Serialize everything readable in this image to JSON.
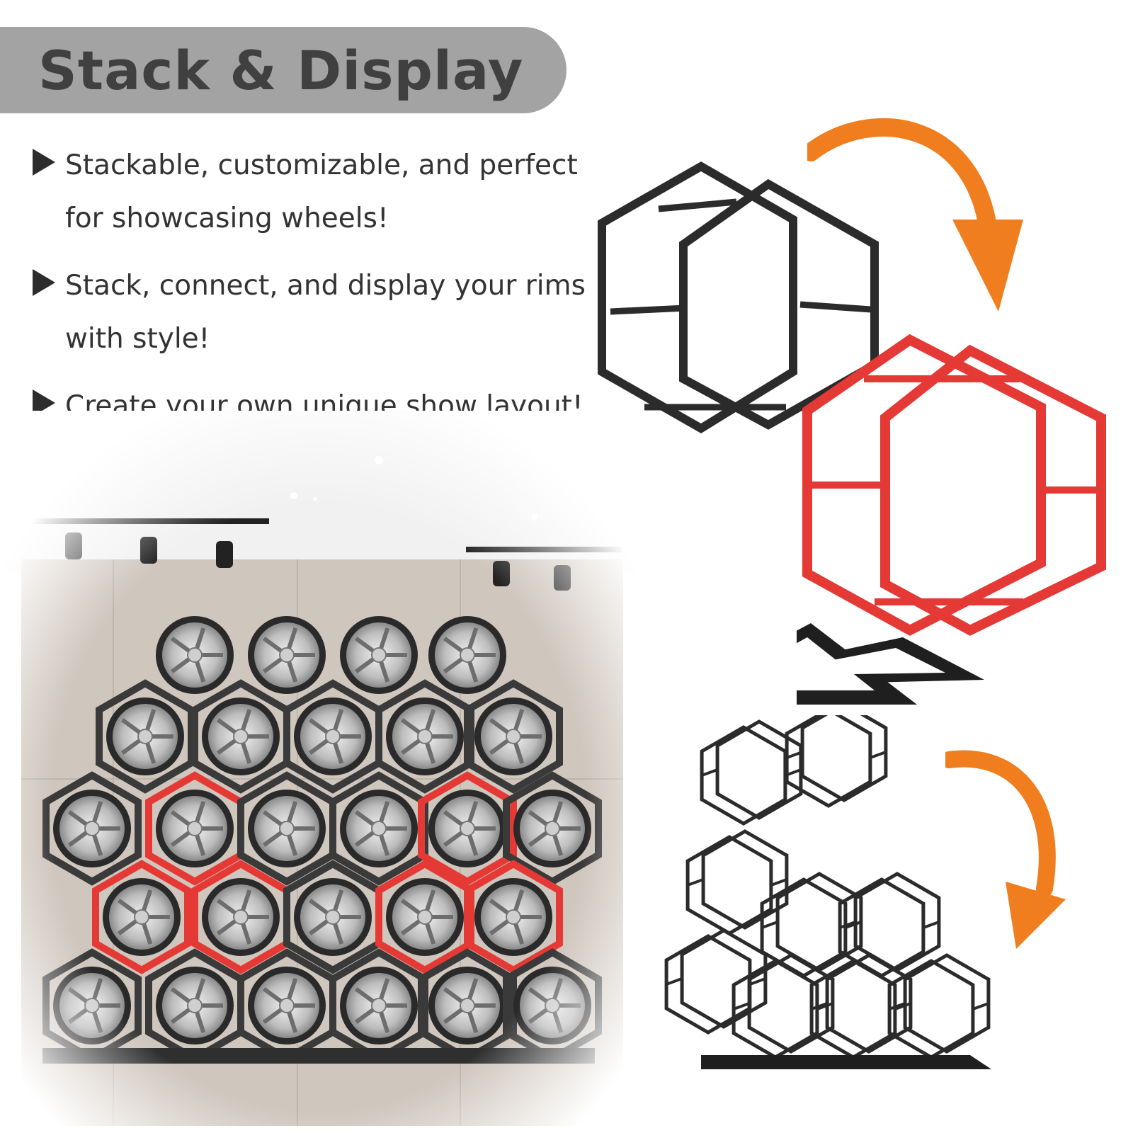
{
  "title": "Stack & Display",
  "bullets": [
    "Stackable, customizable, and perfect for showcasing wheels!",
    "Stack, connect, and display your rims with style!",
    "Create your own unique show layout!"
  ],
  "colors": {
    "banner": "#a3a3a3",
    "title_text": "#404040",
    "frame_black": "#2b2b2b",
    "frame_red": "#e53935",
    "arrow_orange": "#f07d1e"
  },
  "icons": [
    "play-arrow-icon",
    "curved-arrow-icon",
    "hexagon-rack-icon",
    "wheel-icon",
    "track-light-icon"
  ]
}
